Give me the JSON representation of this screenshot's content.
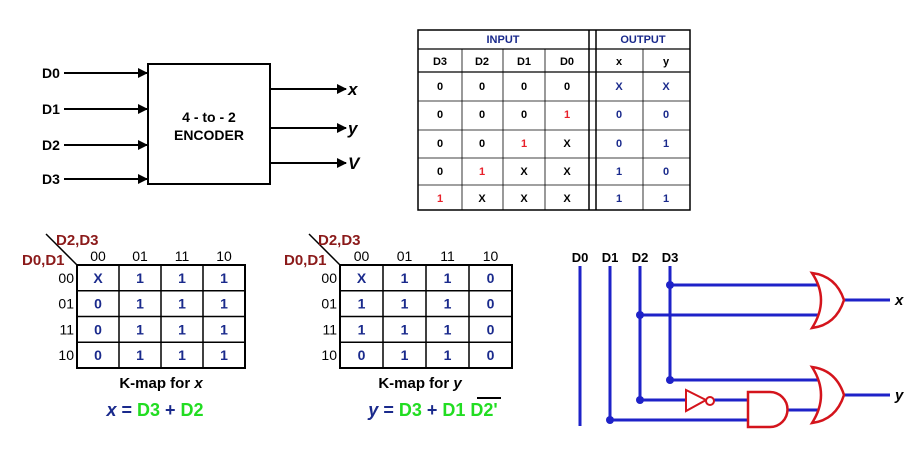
{
  "encoder": {
    "inputs": [
      "D0",
      "D1",
      "D2",
      "D3"
    ],
    "outputs": [
      "x",
      "y",
      "V"
    ],
    "block_line1": "4 - to - 2",
    "block_line2": "ENCODER"
  },
  "truth_table": {
    "input_header": "INPUT",
    "output_header": "OUTPUT",
    "columns": [
      "D3",
      "D2",
      "D1",
      "D0",
      "x",
      "y"
    ],
    "rows": [
      [
        "0",
        "0",
        "0",
        "0",
        "X",
        "X"
      ],
      [
        "0",
        "0",
        "0",
        "1",
        "0",
        "0"
      ],
      [
        "0",
        "0",
        "1",
        "X",
        "0",
        "1"
      ],
      [
        "0",
        "1",
        "X",
        "X",
        "1",
        "0"
      ],
      [
        "1",
        "X",
        "X",
        "X",
        "1",
        "1"
      ]
    ],
    "highlighted_cells": [
      [
        1,
        3
      ],
      [
        2,
        2
      ],
      [
        3,
        1
      ],
      [
        4,
        0
      ]
    ]
  },
  "kmap_x": {
    "col_var": "D2,D3",
    "row_var": "D0,D1",
    "col_headers": [
      "00",
      "01",
      "11",
      "10"
    ],
    "row_headers": [
      "00",
      "01",
      "11",
      "10"
    ],
    "cells": [
      [
        "X",
        "1",
        "1",
        "1"
      ],
      [
        "0",
        "1",
        "1",
        "1"
      ],
      [
        "0",
        "1",
        "1",
        "1"
      ],
      [
        "0",
        "1",
        "1",
        "1"
      ]
    ],
    "caption_prefix": "K-map for ",
    "caption_var": "x",
    "eq_lhs": "x",
    "eq_eq": " = ",
    "eq_t1": "D3",
    "eq_plus": " + ",
    "eq_t2": "D2"
  },
  "kmap_y": {
    "col_var": "D2,D3",
    "row_var": "D0,D1",
    "col_headers": [
      "00",
      "01",
      "11",
      "10"
    ],
    "row_headers": [
      "00",
      "01",
      "11",
      "10"
    ],
    "cells": [
      [
        "X",
        "1",
        "1",
        "0"
      ],
      [
        "1",
        "1",
        "1",
        "0"
      ],
      [
        "1",
        "1",
        "1",
        "0"
      ],
      [
        "0",
        "1",
        "1",
        "0"
      ]
    ],
    "caption_prefix": "K-map for ",
    "caption_var": "y",
    "eq_lhs": "y",
    "eq_eq": " = ",
    "eq_t1": "D3",
    "eq_plus": " + ",
    "eq_t2": "D1",
    "eq_t3": "D2'"
  },
  "circuit": {
    "inputs": [
      "D0",
      "D1",
      "D2",
      "D3"
    ],
    "outputs": [
      "x",
      "y"
    ]
  },
  "colors": {
    "arrow": "#000000",
    "kmap_cell_text": "#1a2a8c",
    "kmap_var_label": "#8b1a1a",
    "equation_green": "#22dd22",
    "equation_navy": "#1a2a8c",
    "highlight_red": "#e8202a",
    "wire_blue": "#1e22c8",
    "gate_red": "#d4141c"
  }
}
